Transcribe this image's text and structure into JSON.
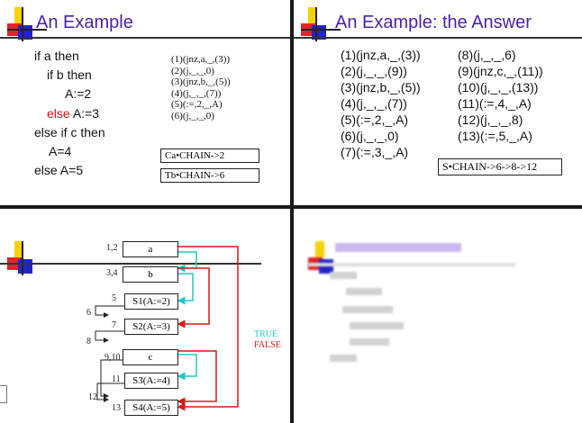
{
  "slide1": {
    "title": "An Example",
    "code_lines": [
      "if a then",
      "if b then",
      "A:=2",
      "else",
      "A:=3",
      "else if  c then",
      "A=4",
      "else A=5"
    ],
    "quads": [
      "(1)(jnz,a,_,(3))",
      "(2)(j,_,_,0)",
      "(3)(jnz,b,_,(5))",
      "(4)(j,_,_,(7))",
      "(5)(:=,2,_,A)",
      "(6)(j,_,_,0)"
    ],
    "chain_a": "Ca•CHAIN->2",
    "chain_b": "Tb•CHAIN->6"
  },
  "slide2": {
    "title": "An Example: the Answer",
    "left_quads": [
      "(1)(jnz,a,_,(3))",
      "(2)(j,_,_,(9))",
      "(3)(jnz,b,_,(5))",
      "(4)(j,_,_,(7))",
      "(5)(:=,2,_,A)",
      "(6)(j,_,_,0)",
      "(7)(:=,3,_,A)"
    ],
    "right_quads": [
      "(8)(j,_,_,6)",
      "(9)(jnz,c,_,(11))",
      "(10)(j,_,_,(13))",
      "(11)(:=,4,_,A)",
      "(12)(j,_,_,8)",
      "(13)(:=,5,_,A)"
    ],
    "chain": "S•CHAIN->6->8->12"
  },
  "slide3": {
    "nodes": [
      "a",
      "b",
      "S1(A:=2)",
      "S2(A:=3)",
      "c",
      "S3(A:=4)",
      "S4(A:=5)"
    ],
    "labels": [
      "1,2",
      "3,4",
      "5",
      "6",
      "7",
      "8",
      "9,10",
      "11",
      "12",
      "13"
    ],
    "legend_true": "TRUE",
    "legend_false": "FALSE",
    "colors": {
      "true": "#20c8c0",
      "false": "#d41a1a"
    }
  },
  "colors": {
    "title": "#4a1fa8",
    "highlight": "#d01010"
  }
}
